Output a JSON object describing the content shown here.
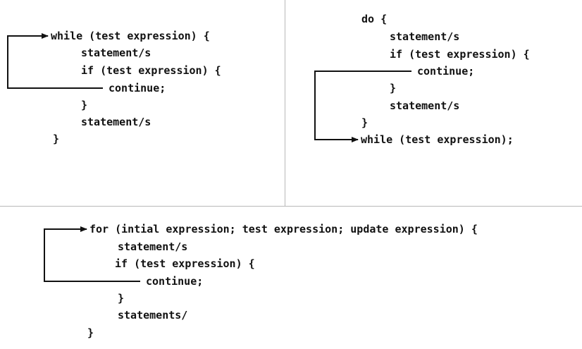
{
  "panels": {
    "while_loop": {
      "lines": [
        "while (test expression) {",
        "statement/s",
        "if (test expression) {",
        "continue;",
        "}",
        "statement/s",
        "}"
      ]
    },
    "do_while_loop": {
      "lines": [
        "do {",
        "statement/s",
        "if (test expression) {",
        "continue;",
        "}",
        "statement/s",
        "}",
        "while (test expression);"
      ]
    },
    "for_loop": {
      "lines": [
        "for (intial expression; test expression; update expression) {",
        "statement/s",
        "if (test expression) {",
        "continue;",
        "}",
        "statements/",
        "}"
      ]
    }
  },
  "colors": {
    "text": "#111111",
    "arrow": "#111111",
    "divider": "#b8b8b8",
    "background": "#ffffff"
  }
}
